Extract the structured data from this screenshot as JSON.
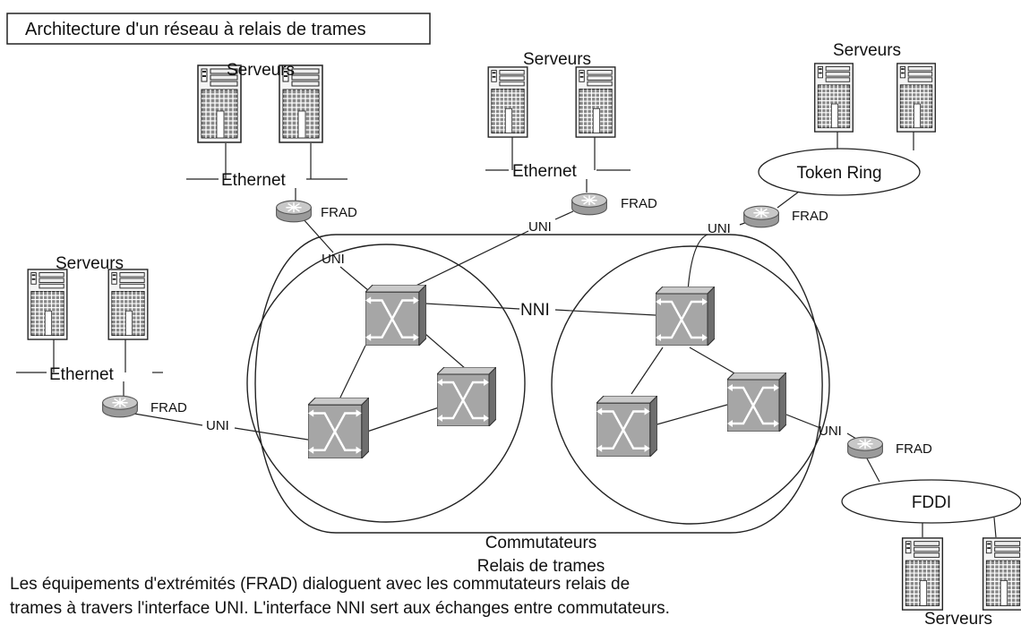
{
  "title": "Architecture d'un réseau à relais de trames",
  "labels": {
    "servers": "Serveurs",
    "ethernet": "Ethernet",
    "token_ring": "Token Ring",
    "fddi": "FDDI",
    "frad": "FRAD",
    "uni": "UNI",
    "nni": "NNI",
    "switches_line1": "Commutateurs",
    "switches_line2": "Relais de trames"
  },
  "caption": {
    "line1": "Les équipements d'extrémités (FRAD) dialoguent avec les commutateurs relais de",
    "line2": "trames à travers l'interface UNI. L'interface NNI sert aux échanges entre commutateurs."
  },
  "icons": {
    "server": "server-tower-icon",
    "router": "frad-router-icon",
    "switch": "frame-relay-switch-icon"
  }
}
